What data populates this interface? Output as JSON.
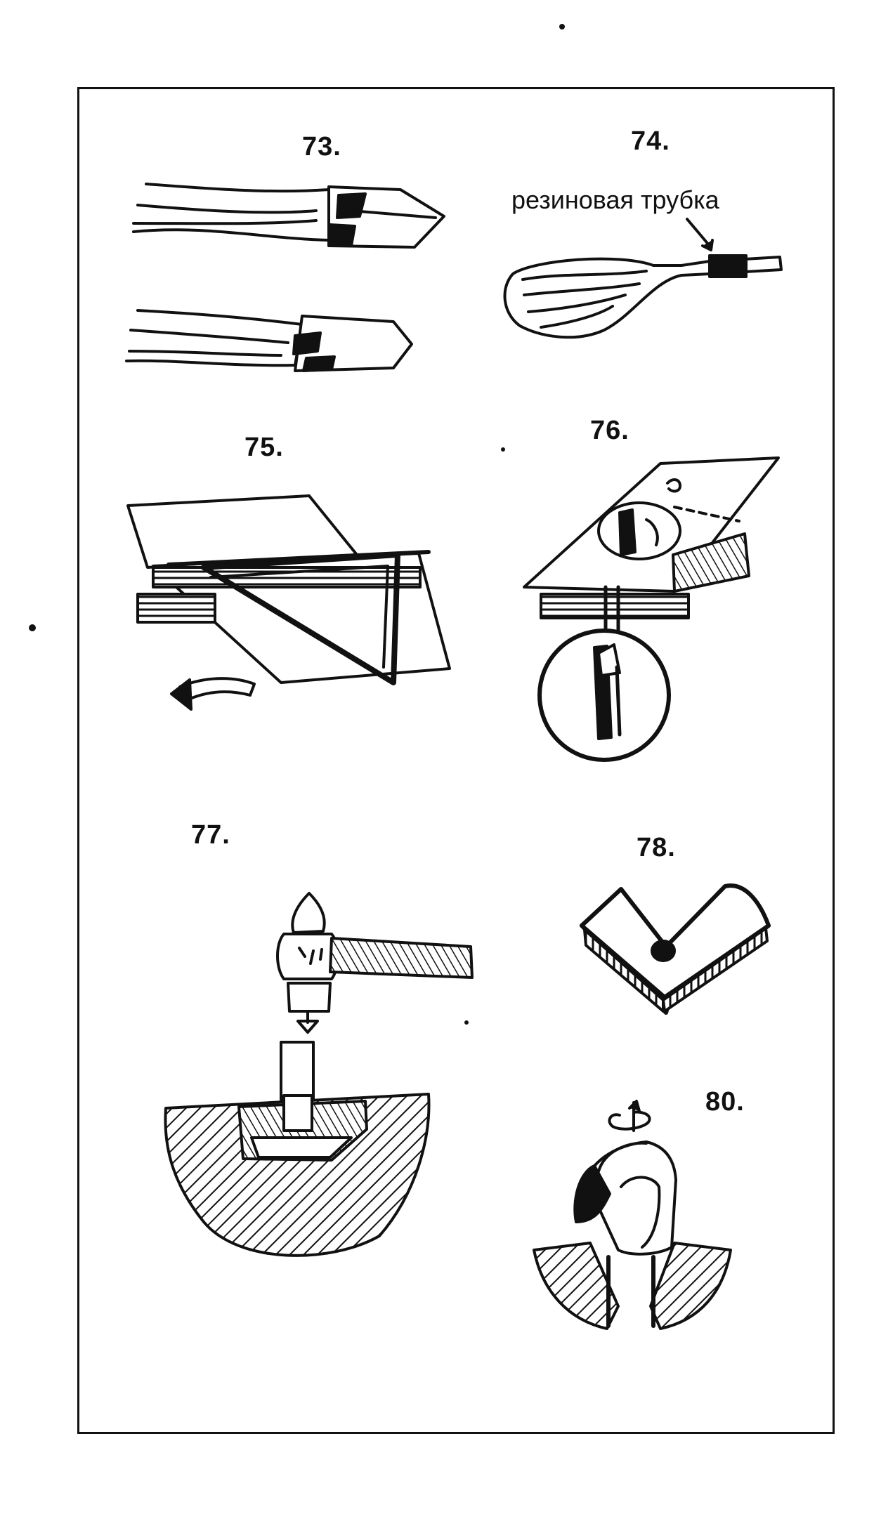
{
  "figures": {
    "f73": {
      "label": "73."
    },
    "f74": {
      "label": "74.",
      "annotation": "резиновая трубка"
    },
    "f75": {
      "label": "75."
    },
    "f76": {
      "label": "76."
    },
    "f77": {
      "label": "77."
    },
    "f78": {
      "label": "78."
    },
    "f80": {
      "label": "80."
    }
  },
  "colors": {
    "ink": "#111111",
    "paper": "#ffffff"
  }
}
